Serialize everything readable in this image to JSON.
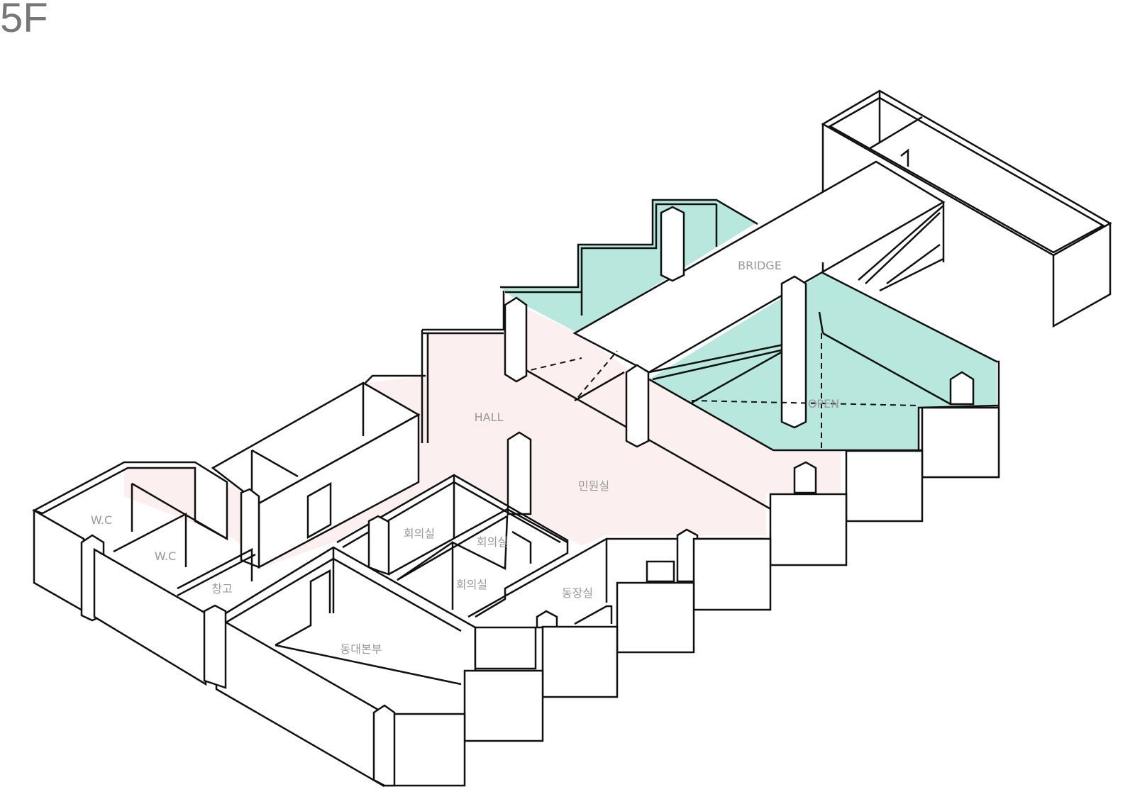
{
  "floor_title": "5F",
  "colors": {
    "hall_fill": "#fcefef",
    "open_fill": "#b8e8dd",
    "line": "#111111",
    "label": "#999999"
  },
  "rooms": {
    "bridge": "BRIDGE",
    "open": "OPEN",
    "hall": "HALL",
    "civil_office": "민원실",
    "wc_1": "W.C",
    "wc_2": "W.C",
    "storage": "창고",
    "meeting_1": "회의실",
    "meeting_2": "회의실",
    "meeting_3": "회의실",
    "chief_office": "동장실",
    "unit_hq": "동대본부"
  }
}
